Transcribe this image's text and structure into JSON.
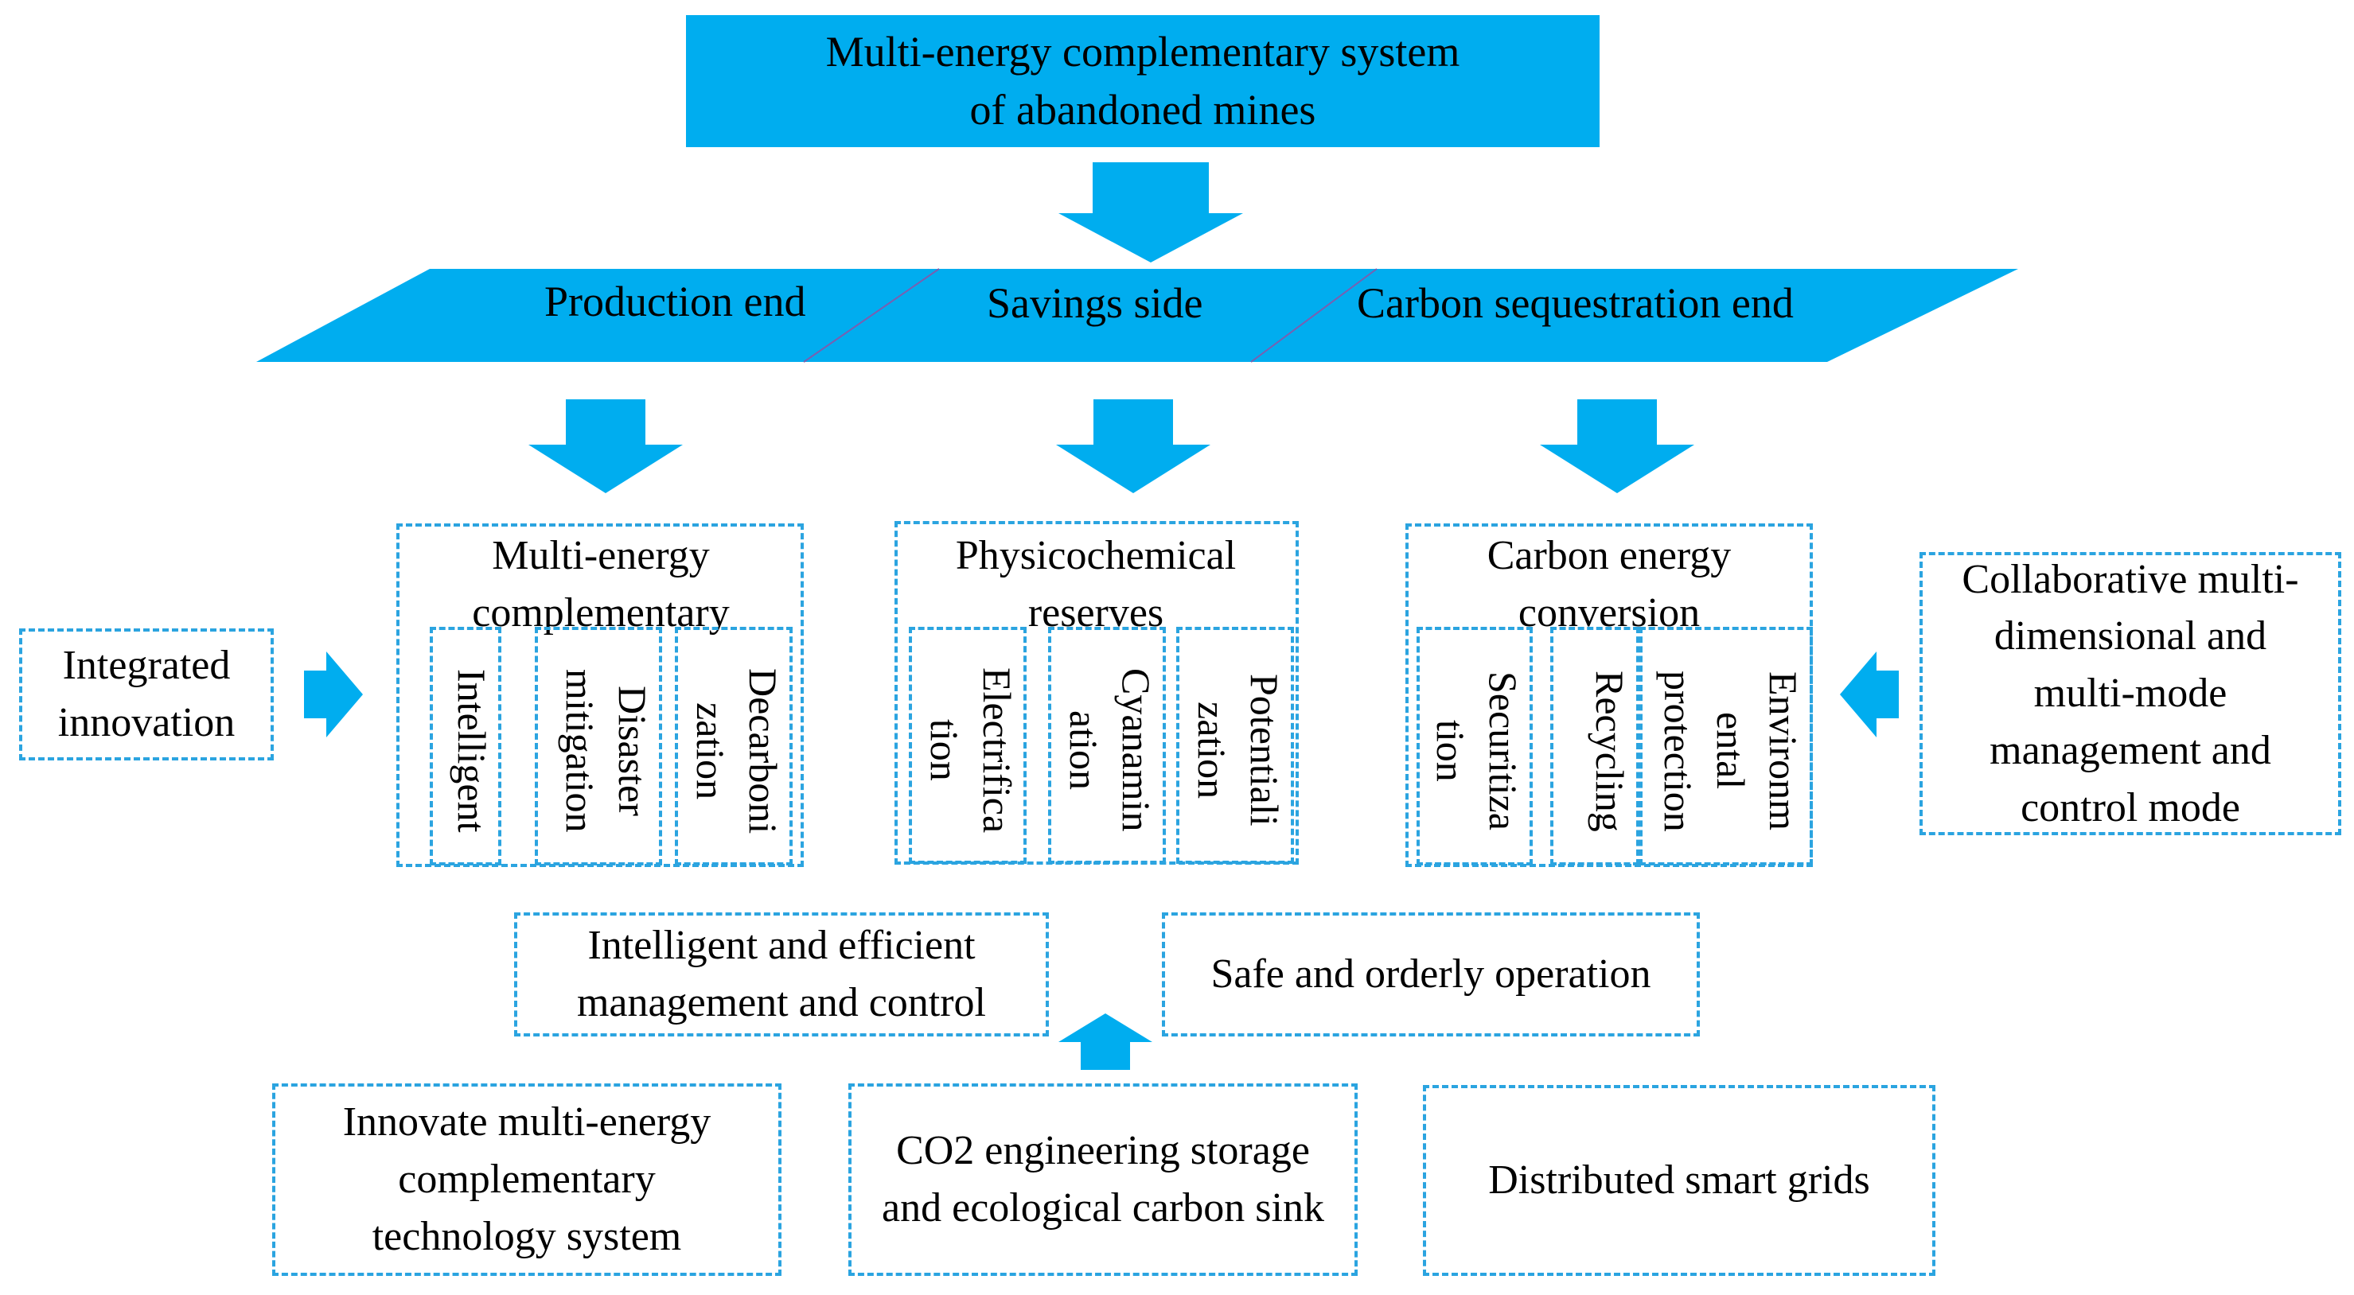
{
  "title": {
    "line1": "Multi-energy complementary system",
    "line2": "of abandoned mines"
  },
  "band": {
    "production": "Production end",
    "savings": "Savings side",
    "carbon": "Carbon sequestration end"
  },
  "groups": {
    "multi_energy": {
      "title": "Multi-energy complementary",
      "cells": [
        "Intelligent",
        "Disaster mitigation",
        "Decarboni zation"
      ]
    },
    "physicochemical": {
      "title": "Physicochemical reserves",
      "cells": [
        "Electrifica tion",
        "Cyanamin ation",
        "Potentiali zation"
      ]
    },
    "carbon_energy": {
      "title": "Carbon energy conversion",
      "cells": [
        "Securitiza tion",
        "Recycling",
        "Environm ental protection"
      ]
    }
  },
  "side": {
    "left": "Integrated innovation",
    "right": "Collaborative multi-dimensional and multi-mode management and control mode"
  },
  "middle": {
    "left": "Intelligent and efficient management and control",
    "right": "Safe and orderly operation"
  },
  "bottom": {
    "left": "Innovate multi-energy complementary technology system",
    "center": "CO2 engineering storage and ecological carbon sink",
    "right": "Distributed smart grids"
  },
  "colors": {
    "fill": "#00adef",
    "border": "#2ba4e0"
  }
}
